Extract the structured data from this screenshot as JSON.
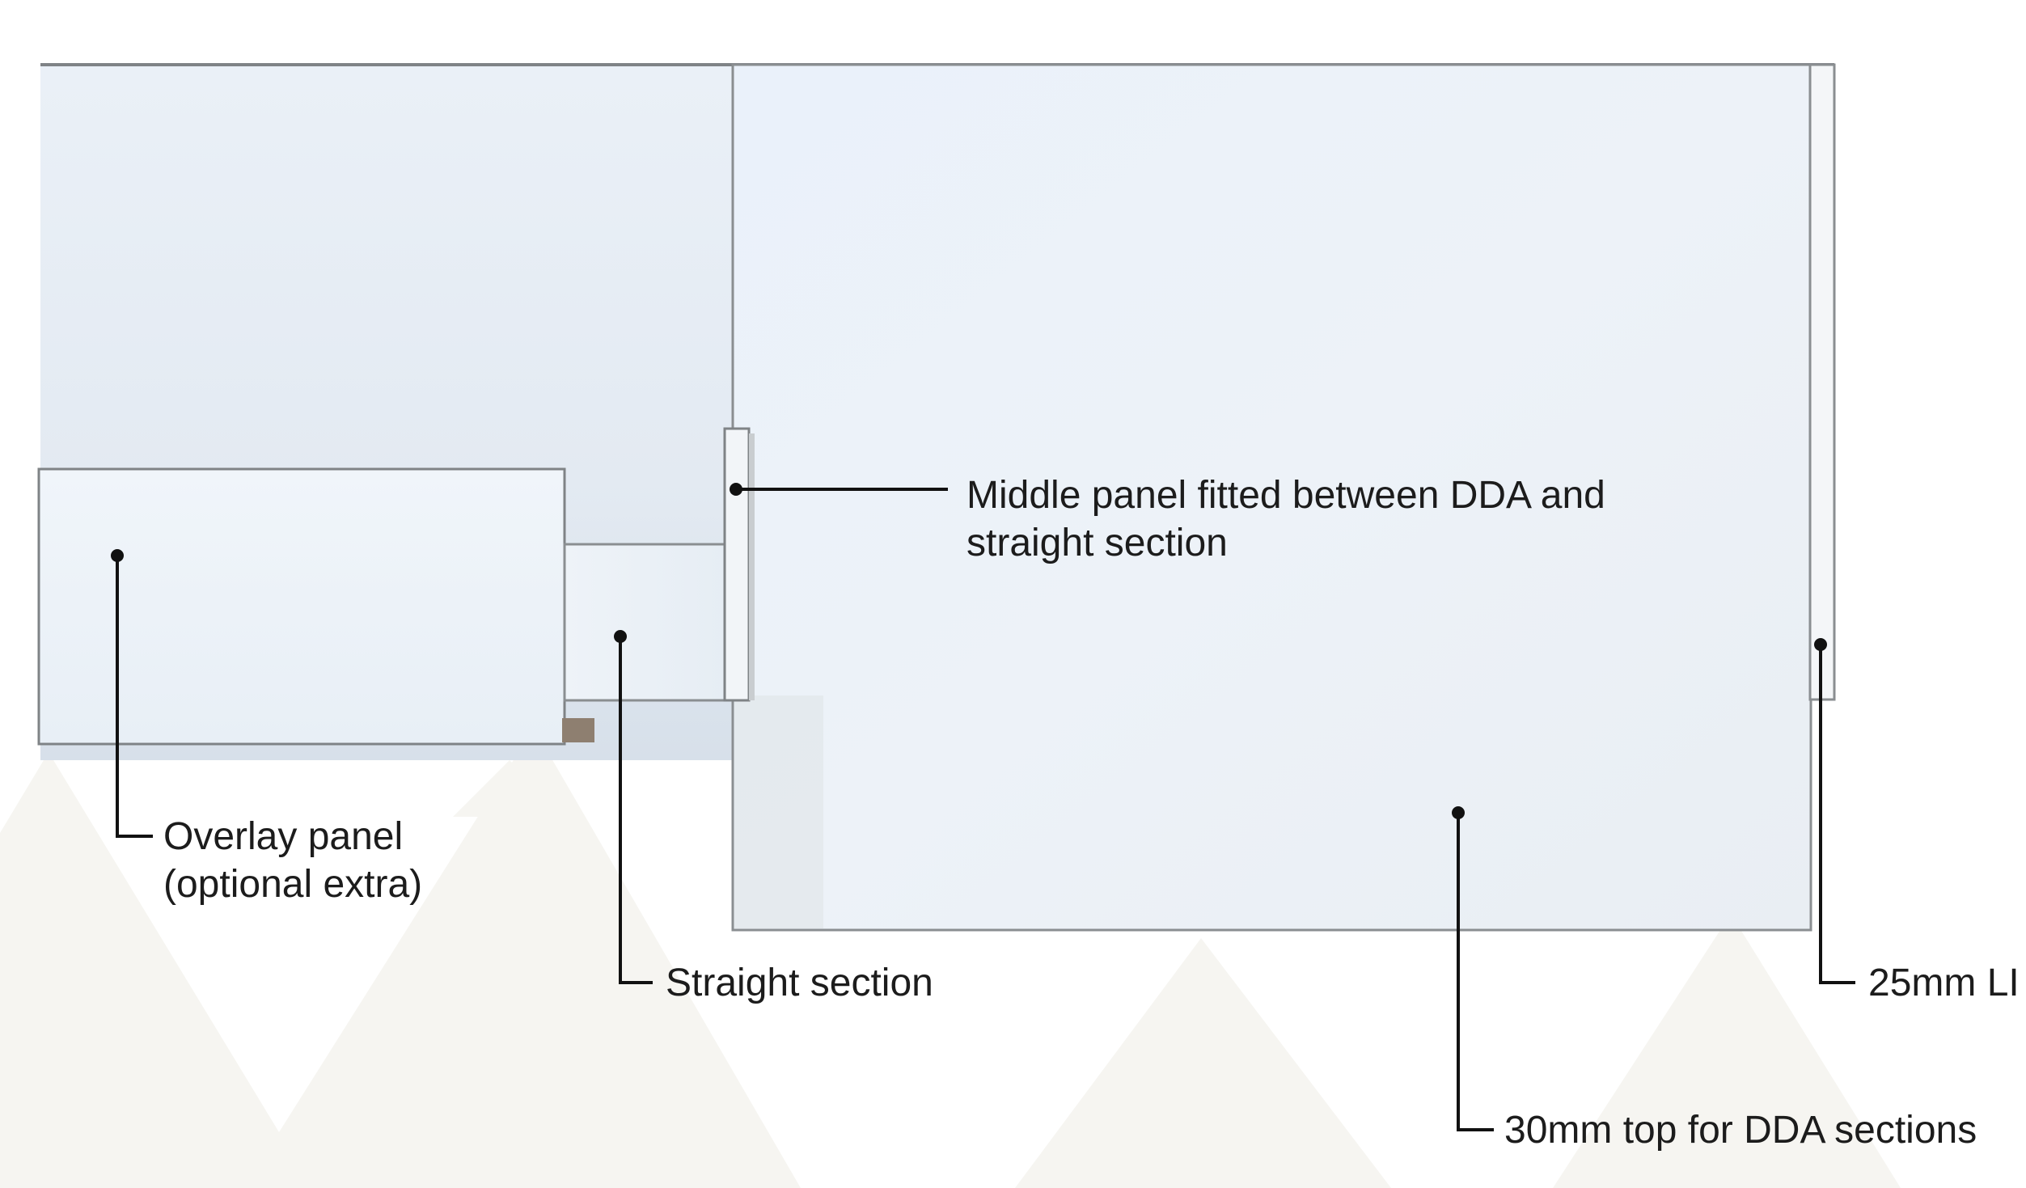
{
  "diagram": {
    "colors": {
      "panel_face": "#eaf0f7",
      "panel_edge": "#7f8386",
      "leader_line": "#111111",
      "background_watermark": "#f5f4f0",
      "bracket": "#8e7f70"
    },
    "callouts": {
      "middle_panel": {
        "line1": "Middle panel fitted between DDA and",
        "line2": "straight section"
      },
      "overlay_panel": {
        "line1": "Overlay panel",
        "line2": "(optional extra)"
      },
      "straight_section": {
        "line1": "Straight section"
      },
      "led_strip": {
        "line1": "25mm LI"
      },
      "dda_top": {
        "line1": "30mm top for DDA sections"
      }
    }
  }
}
